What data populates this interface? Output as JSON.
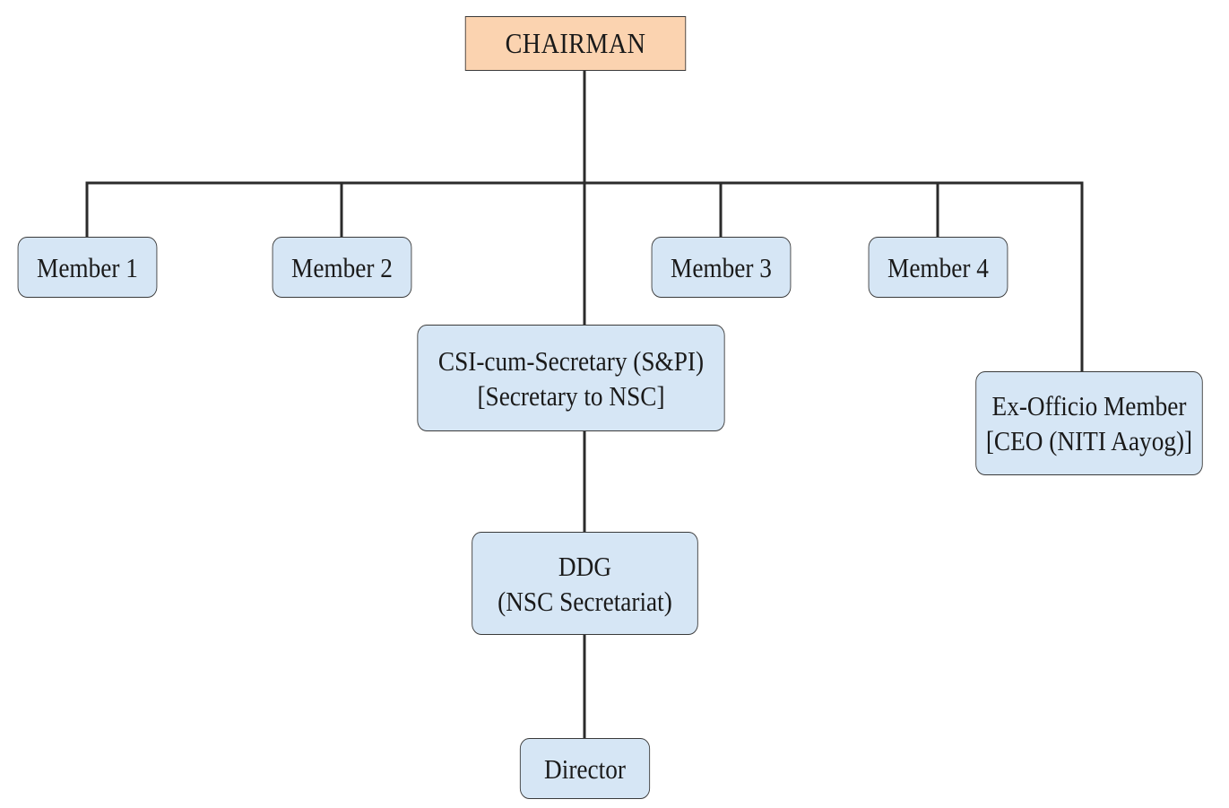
{
  "org_chart": {
    "chairman": {
      "label": "CHAIRMAN"
    },
    "members": [
      {
        "label": "Member 1"
      },
      {
        "label": "Member 2"
      },
      {
        "label": "Member 3"
      },
      {
        "label": "Member 4"
      }
    ],
    "secretary": {
      "line1": "CSI-cum-Secretary (S&PI)",
      "line2": "[Secretary to NSC]"
    },
    "ex_officio": {
      "line1": "Ex-Officio Member",
      "line2": "[CEO (NITI Aayog)]"
    },
    "ddg": {
      "line1": "DDG",
      "line2": "(NSC Secretariat)"
    },
    "director": {
      "label": "Director"
    }
  },
  "colors": {
    "root_fill": "#fbd3b0",
    "node_fill": "#d6e6f5",
    "connector": "#2b2b2b"
  }
}
